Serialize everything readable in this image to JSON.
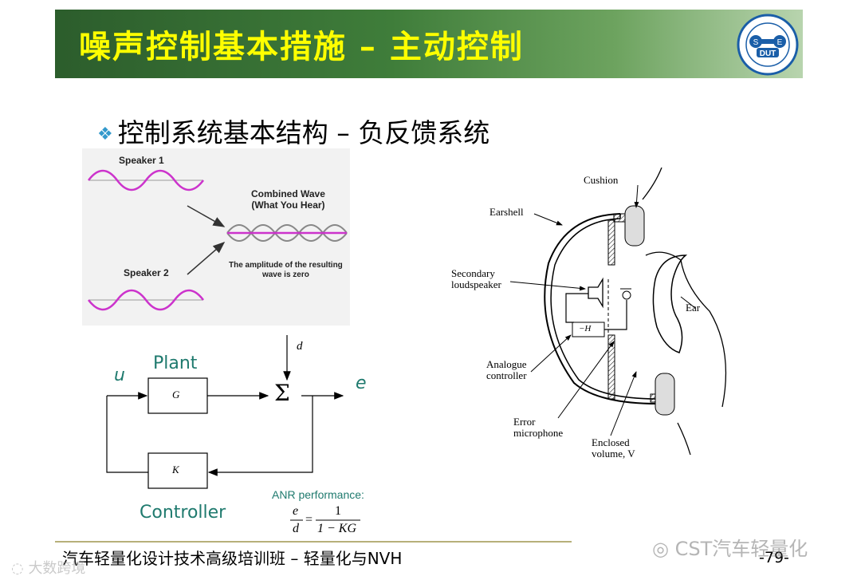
{
  "header": {
    "title": "噪声控制基本措施 – 主动控制",
    "logo_text": "DUT"
  },
  "subtitle": {
    "bullet": "❖",
    "text": "控制系统基本结构 – 负反馈系统"
  },
  "waves": {
    "speaker1": "Speaker 1",
    "speaker2": "Speaker 2",
    "combined_line1": "Combined Wave",
    "combined_line2": "(What You Hear)",
    "note_line1": "The amplitude of the resulting",
    "note_line2": "wave is zero"
  },
  "block_diagram": {
    "input": "u",
    "disturbance": "d",
    "output": "e",
    "plant_label": "Plant",
    "plant_block": "G",
    "sum_symbol": "Σ",
    "controller_label": "Controller",
    "controller_block": "K",
    "perf_label": "ANR performance:",
    "perf_lhs_num": "e",
    "perf_lhs_den": "d",
    "perf_rhs_num": "1",
    "perf_rhs_den": "1 − KG"
  },
  "ear_diagram": {
    "cushion": "Cushion",
    "earshell": "Earshell",
    "secondary_1": "Secondary",
    "secondary_2": "loudspeaker",
    "ear": "Ear",
    "analogue_1": "Analogue",
    "analogue_2": "controller",
    "error_1": "Error",
    "error_2": "microphone",
    "enclosed_1": "Enclosed",
    "enclosed_2": "volume, V",
    "filter": "−H"
  },
  "footer": {
    "text": "汽车轻量化设计技术高级培训班 – 轻量化与NVH",
    "page": "-79-"
  },
  "watermarks": {
    "wechat": "CST汽车轻量化",
    "corner": "大数跨境"
  },
  "colors": {
    "header_green": "#3f7d3a",
    "title_yellow": "#ffff00",
    "wave_purple": "#cc33cc",
    "teal_text": "#1f7a6e"
  }
}
